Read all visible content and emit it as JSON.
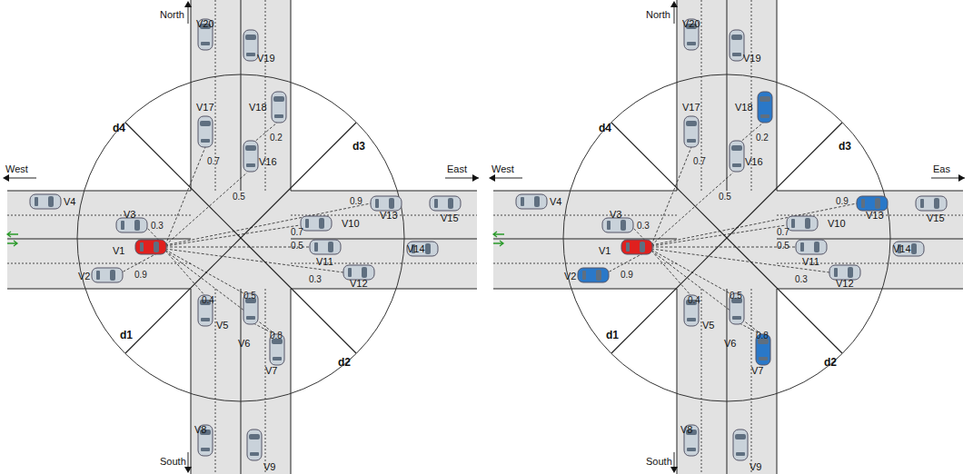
{
  "diagram": {
    "labels": [
      "North",
      "West",
      "East",
      "South",
      "d1",
      "d2",
      "d3",
      "d4",
      "V1",
      "V2",
      "V3",
      "V4",
      "V5",
      "V6",
      "V7",
      "V8",
      "V9",
      "V10",
      "V11",
      "V12",
      "V13",
      "V14",
      "V15",
      "V16",
      "V17",
      "V18",
      "V19",
      "V20",
      "0.3",
      "0.9",
      "0.4",
      "0.5",
      "0.8",
      "0.3",
      "0.5",
      "0.7",
      "0.9",
      "0.5",
      "0.7",
      "0.2",
      "North",
      "West",
      "Eas",
      "South",
      "d1",
      "d2",
      "d3",
      "d4",
      "V1",
      "V2",
      "V3",
      "V4",
      "V5",
      "V6",
      "V7",
      "V8",
      "V9",
      "V10",
      "V11",
      "V12",
      "V13",
      "V14",
      "V15",
      "V16",
      "V17",
      "V18",
      "V19",
      "V20",
      "0.3",
      "0.9",
      "0.4",
      "0.5",
      "0.8",
      "0.3",
      "0.5",
      "0.7",
      "0.9",
      "0.5",
      "0.7",
      "0.2"
    ]
  }
}
